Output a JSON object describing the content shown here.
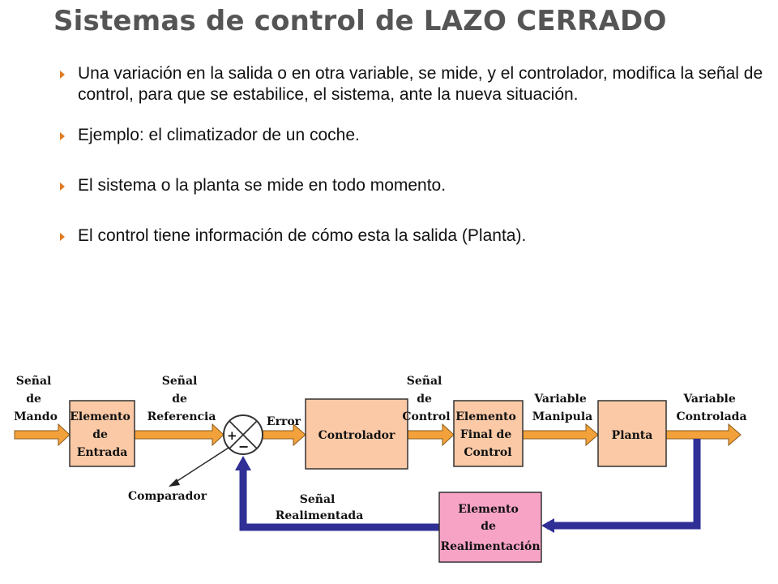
{
  "title": "Sistemas de control de LAZO CERRADO",
  "bullets": [
    "Una variación en la salida o en otra variable, se mide, y el controlador, modifica la señal de control, para que se estabilice, el sistema, ante la nueva situación.",
    "Ejemplo: el climatizador de un coche.",
    "El sistema o la planta se mide en todo momento.",
    "El control tiene información de cómo esta la salida (Planta)."
  ],
  "diagram": {
    "input_label": [
      "Señal",
      "de",
      "Mando"
    ],
    "blocks": {
      "entrada": [
        "Elemento",
        "de",
        "Entrada"
      ],
      "controlador": [
        "Controlador"
      ],
      "elemento_final": [
        "Elemento",
        "Final de",
        "Control"
      ],
      "planta": [
        "Planta"
      ],
      "realimentacion": [
        "Elemento",
        "de",
        "Realimentación"
      ]
    },
    "signals": {
      "referencia": [
        "Señal",
        "de",
        "Referencia"
      ],
      "error": "Error",
      "control": [
        "Señal",
        "de",
        "Control"
      ],
      "manipulada": [
        "Variable",
        "Manipula"
      ],
      "controlada": [
        "Variable",
        "Controlada"
      ],
      "realimentada": [
        "Señal",
        "Realimentada"
      ]
    },
    "comparator": {
      "label": "Comparador",
      "plus": "+",
      "minus": "−"
    },
    "colors": {
      "block_fill": "#fbc9a6",
      "feedback_block_fill": "#f7a3c6",
      "forward_arrow": "#f3a13a",
      "feedback_arrow": "#2f2f96"
    }
  }
}
